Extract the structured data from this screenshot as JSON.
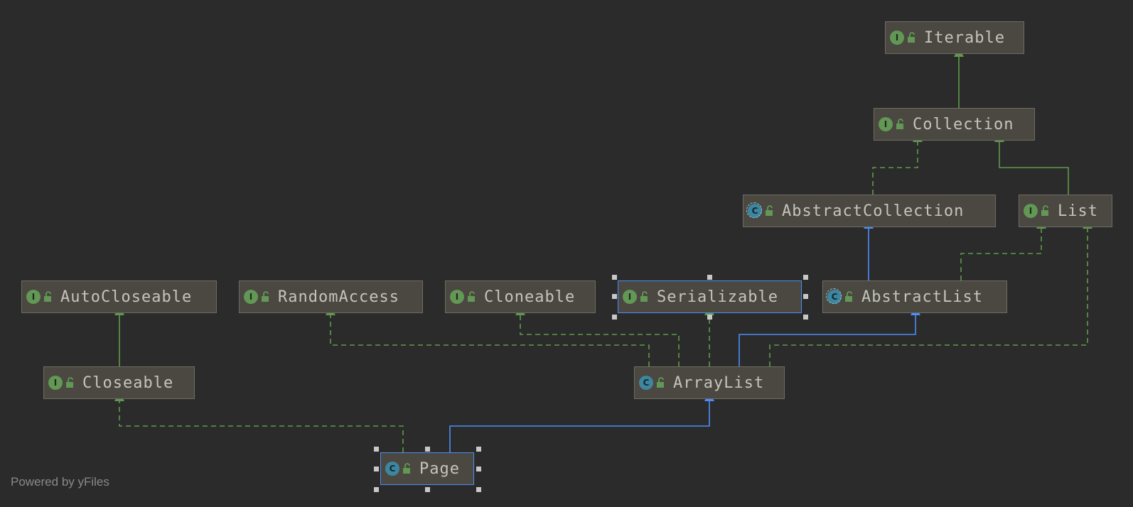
{
  "diagram": {
    "nodes": [
      {
        "id": "iterable",
        "label": "Iterable",
        "kind": "interface"
      },
      {
        "id": "collection",
        "label": "Collection",
        "kind": "interface"
      },
      {
        "id": "abstract-collection",
        "label": "AbstractCollection",
        "kind": "abstract-class"
      },
      {
        "id": "list",
        "label": "List",
        "kind": "interface"
      },
      {
        "id": "auto-closeable",
        "label": "AutoCloseable",
        "kind": "interface"
      },
      {
        "id": "random-access",
        "label": "RandomAccess",
        "kind": "interface"
      },
      {
        "id": "cloneable",
        "label": "Cloneable",
        "kind": "interface"
      },
      {
        "id": "serializable",
        "label": "Serializable",
        "kind": "interface",
        "selected": true
      },
      {
        "id": "abstract-list",
        "label": "AbstractList",
        "kind": "abstract-class"
      },
      {
        "id": "closeable",
        "label": "Closeable",
        "kind": "interface"
      },
      {
        "id": "array-list",
        "label": "ArrayList",
        "kind": "class"
      },
      {
        "id": "page",
        "label": "Page",
        "kind": "class",
        "selected": true
      }
    ],
    "edges": [
      {
        "from": "collection",
        "to": "iterable",
        "type": "extends"
      },
      {
        "from": "abstract-collection",
        "to": "collection",
        "type": "implements"
      },
      {
        "from": "list",
        "to": "collection",
        "type": "extends"
      },
      {
        "from": "abstract-list",
        "to": "abstract-collection",
        "type": "extends"
      },
      {
        "from": "abstract-list",
        "to": "list",
        "type": "implements"
      },
      {
        "from": "closeable",
        "to": "auto-closeable",
        "type": "extends"
      },
      {
        "from": "array-list",
        "to": "random-access",
        "type": "implements"
      },
      {
        "from": "array-list",
        "to": "cloneable",
        "type": "implements"
      },
      {
        "from": "array-list",
        "to": "serializable",
        "type": "implements"
      },
      {
        "from": "array-list",
        "to": "abstract-list",
        "type": "extends"
      },
      {
        "from": "array-list",
        "to": "list",
        "type": "implements"
      },
      {
        "from": "page",
        "to": "closeable",
        "type": "implements"
      },
      {
        "from": "page",
        "to": "array-list",
        "type": "extends"
      }
    ]
  },
  "colors": {
    "background": "#2b2b2b",
    "interface_edge": "#5f9a4b",
    "class_edge": "#4b8ef7",
    "selection": "#4b8ef7"
  },
  "footer": {
    "powered_by": "Powered by yFiles"
  }
}
